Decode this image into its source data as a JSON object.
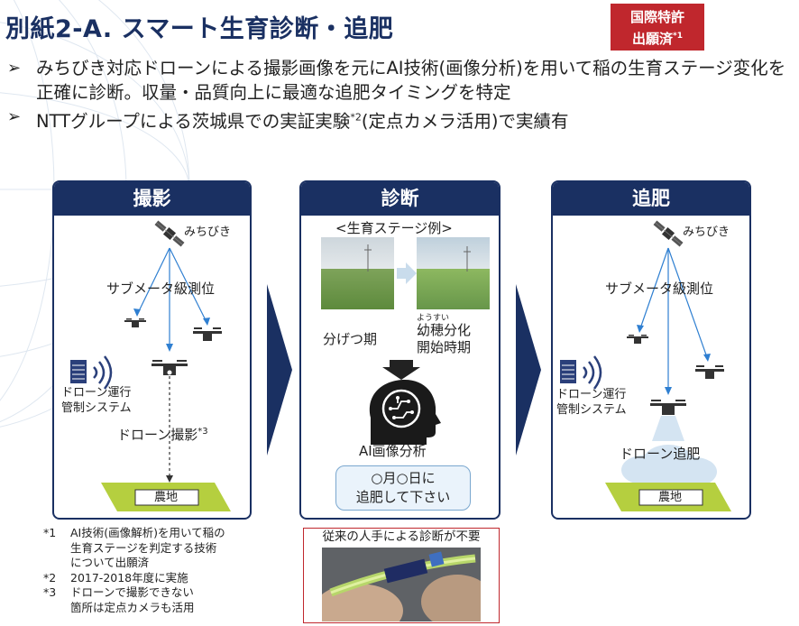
{
  "header": {
    "title": "別紙2-A. スマート生育診断・追肥",
    "patent_badge_line1": "国際特許",
    "patent_badge_line2": "出願済",
    "patent_badge_mark": "*1"
  },
  "bullets": [
    {
      "text": "みちびき対応ドローンによる撮影画像を元にAI技術(画像分析)を用いて稲の生育ステージ変化を正確に診断。収量・品質向上に最適な追肥タイミングを特定"
    },
    {
      "text_before": "NTTグループによる茨城県での実証実験",
      "mark": "*2",
      "text_after": "(定点カメラ活用)で実績有"
    }
  ],
  "panels": {
    "capture": {
      "title": "撮影",
      "satellite_label": "みちびき",
      "positioning_label": "サブメータ級測位",
      "control_system_line1": "ドローン運行",
      "control_system_line2": "管制システム",
      "drone_capture_label": "ドローン撮影",
      "drone_capture_mark": "*3",
      "field_label": "農地"
    },
    "diagnosis": {
      "title": "診断",
      "stage_example_label": "<生育ステージ例>",
      "stage1_label": "分げつ期",
      "stage2_ruby": "ようすい",
      "stage2_line1": "幼穂分化",
      "stage2_line2": "開始時期",
      "ai_label": "AI画像分析",
      "bubble_line1": "○月○日に",
      "bubble_line2": "追肥して下さい"
    },
    "fertilize": {
      "title": "追肥",
      "satellite_label": "みちびき",
      "positioning_label": "サブメータ級測位",
      "control_system_line1": "ドローン運行",
      "control_system_line2": "管制システム",
      "drone_fertilize_label": "ドローン追肥",
      "field_label": "農地"
    }
  },
  "manual_note": {
    "title": "従来の人手による診断が不要"
  },
  "footnotes": [
    {
      "mark": "*1",
      "lines": [
        "AI技術(画像解析)を用いて稲の",
        "生育ステージを判定する技術",
        "について出願済"
      ]
    },
    {
      "mark": "*2",
      "lines": [
        "2017-2018年度に実施"
      ]
    },
    {
      "mark": "*3",
      "lines": [
        "ドローンで撮影できない",
        "箇所は定点カメラも活用"
      ]
    }
  ],
  "icons": {
    "satellite": "satellite-icon",
    "drone": "drone-icon",
    "server": "server-icon",
    "signal": "signal-waves-icon",
    "field": "field-icon",
    "ai_head": "ai-head-icon",
    "chevron": "chevron-right-icon",
    "arrow_down": "arrow-down-icon",
    "spray_cloud": "spray-cloud-icon"
  },
  "colors": {
    "navy": "#1a3062",
    "badge_red": "#c0272d",
    "line_blue": "#2f7fd1",
    "field_green": "#b5cf3f"
  }
}
